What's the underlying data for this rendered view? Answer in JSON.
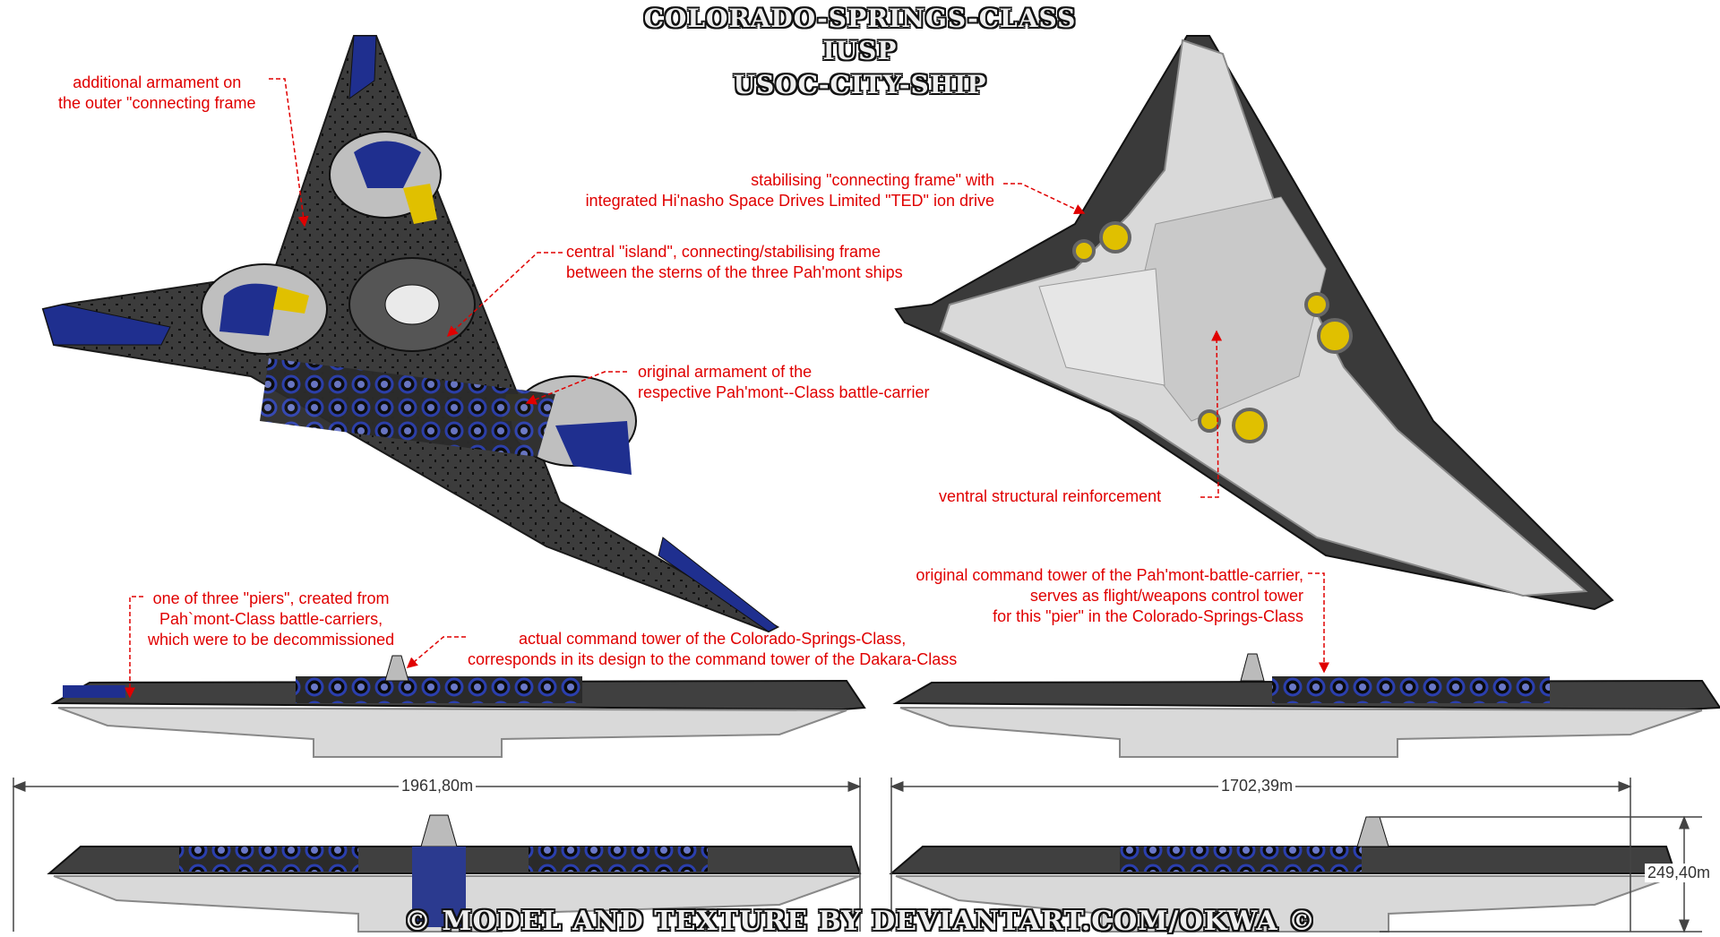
{
  "title": [
    "COLORADO-SPRINGS-CLASS",
    "IUSP",
    "USOC-CITY-SHIP"
  ],
  "annotations": {
    "outer_armament": [
      "additional armament on",
      "the outer \"connecting frame"
    ],
    "central_island": [
      "central \"island\", connecting/stabilising frame",
      "between the sterns of the three Pah'mont ships"
    ],
    "original_armament": [
      "original armament of the",
      "respective Pah'mont--Class battle-carrier"
    ],
    "connecting_frame": [
      "stabilising \"connecting frame\" with",
      "integrated Hi'nasho Space Drives Limited \"TED\" ion drive"
    ],
    "ventral": [
      "ventral structural reinforcement"
    ],
    "piers": [
      "one of three \"piers\", created from",
      "Pah`mont-Class battle-carriers,",
      "which were to be decommissioned"
    ],
    "command_tower": [
      "actual command tower of the Colorado-Springs-Class,",
      "corresponds in its design to the command tower of the Dakara-Class"
    ],
    "original_tower": [
      "original command tower of the Pah'mont-battle-carrier,",
      "serves as flight/weapons control tower",
      "for this \"pier\" in the Colorado-Springs-Class"
    ]
  },
  "dimensions": {
    "length_left": "1961,80m",
    "length_right": "1702,39m",
    "height": "249,40m"
  },
  "credit": "© MODEL AND TEXTURE BY DEVIANTART.COM/OKWA ©",
  "colors": {
    "annotation": "#e00000",
    "hull_dark": "#3a3a3a",
    "hull_light": "#d9d9d9",
    "accent_blue": "#1f2f8f",
    "accent_yellow": "#e0c000"
  }
}
